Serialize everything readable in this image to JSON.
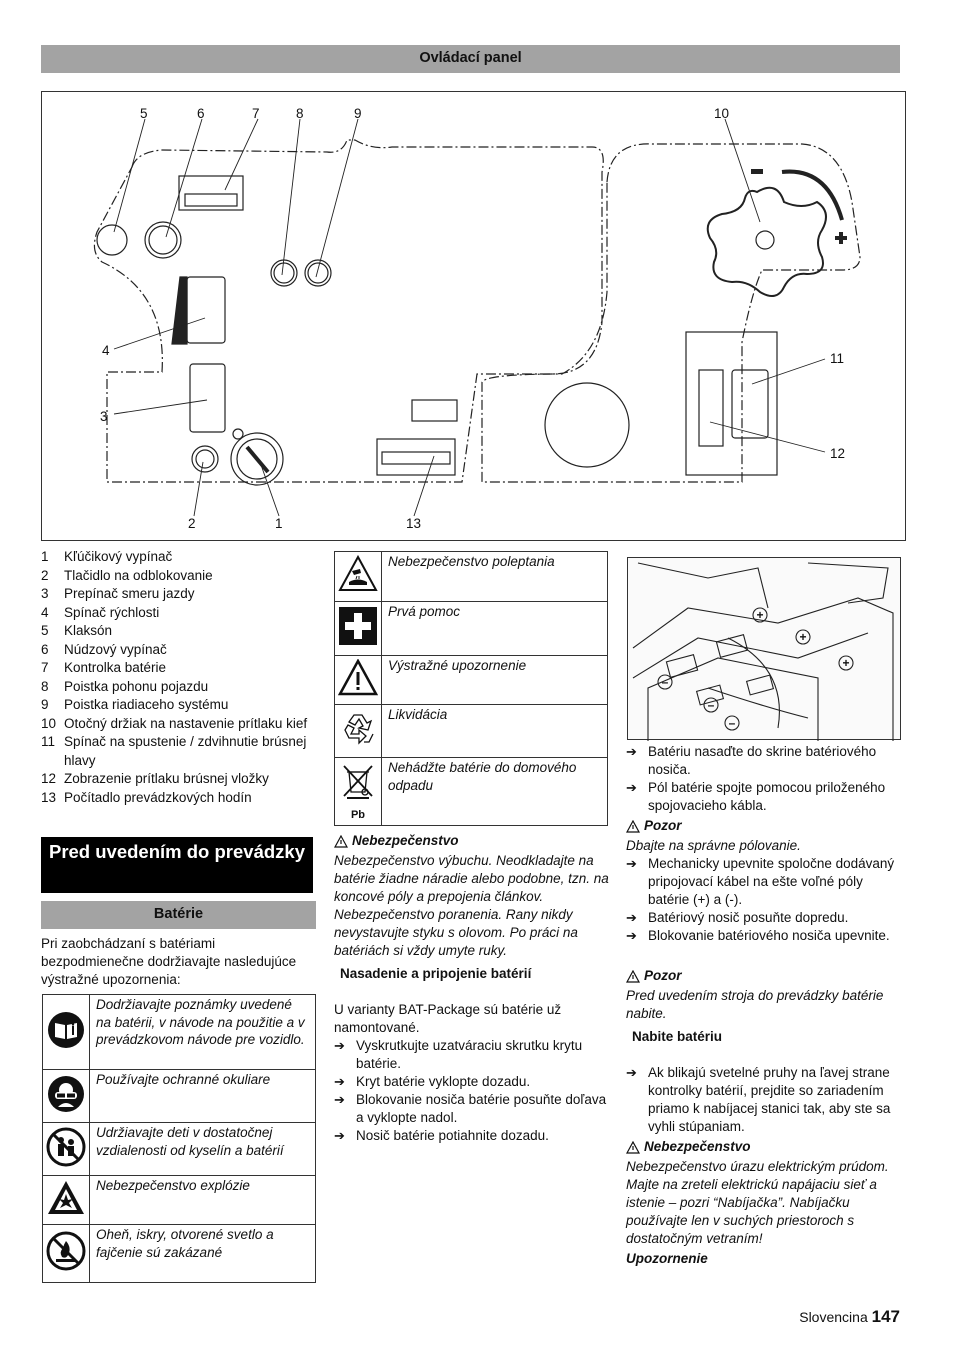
{
  "header": {
    "title": "Ovládací panel"
  },
  "diagram": {
    "numbers_top": [
      "5",
      "6",
      "7",
      "8",
      "9",
      "10"
    ],
    "numbers_left": [
      "4",
      "3"
    ],
    "numbers_bottom": [
      "2",
      "1",
      "13"
    ],
    "numbers_right": [
      "11",
      "12"
    ]
  },
  "legend": [
    {
      "num": "1",
      "text": "Kľúčikový vypínač"
    },
    {
      "num": "2",
      "text": "Tlačidlo na odblokovanie"
    },
    {
      "num": "3",
      "text": "Prepínač smeru jazdy"
    },
    {
      "num": "4",
      "text": "Spínač rýchlosti"
    },
    {
      "num": "5",
      "text": "Klaksón"
    },
    {
      "num": "6",
      "text": "Núdzový vypínač"
    },
    {
      "num": "7",
      "text": "Kontrolka batérie"
    },
    {
      "num": "8",
      "text": "Poistka pohonu pojazdu"
    },
    {
      "num": "9",
      "text": "Poistka riadiaceho systému"
    },
    {
      "num": "10",
      "text": "Otočný držiak na nastavenie prítlaku kief"
    },
    {
      "num": "11",
      "text": "Spínač na spustenie / zdvihnutie brúsnej hlavy"
    },
    {
      "num": "12",
      "text": "Zobrazenie prítlaku brúsnej vložky"
    },
    {
      "num": "13",
      "text": "Počítadlo prevádzkových hodín"
    }
  ],
  "section": {
    "heading": "Pred uvedením do prevádzky",
    "subheading": "Batérie",
    "intro": "Pri zaobchádzaní s batériami bezpodmienečne dodržiavajte nasledujúce výstražné upozornenia:"
  },
  "left_table": [
    {
      "icon": "manual-icon",
      "text": "Dodržiavajte poznámky uvedené na batérii, v návode na použitie a v prevádzkovom návode pre vozidlo."
    },
    {
      "icon": "goggles-icon",
      "text": "Používajte ochranné okuliare"
    },
    {
      "icon": "children-icon",
      "text": "Udržiavajte deti v dostatočnej vzdialenosti od kyselín a batérií"
    },
    {
      "icon": "explosion-icon",
      "text": "Nebezpečenstvo explózie"
    },
    {
      "icon": "no-fire-icon",
      "text": "Oheň, iskry, otvorené svetlo a fajčenie sú zakázané"
    }
  ],
  "mid_table": [
    {
      "icon": "acid-burn-icon",
      "text": "Nebezpečenstvo poleptania"
    },
    {
      "icon": "first-aid-icon",
      "text": "Prvá pomoc"
    },
    {
      "icon": "warning-icon",
      "text": "Výstražné upozornenie"
    },
    {
      "icon": "recycle-icon",
      "text": "Likvidácia"
    },
    {
      "icon": "no-trash-icon",
      "text": "Nehádžte batérie do domového odpadu",
      "badge": "Pb"
    }
  ],
  "middle_column": {
    "danger_title": "Nebezpečenstvo",
    "danger_text": "Nebezpečenstvo výbuchu. Neodkladajte na batérie žiadne náradie alebo podobne, tzn. na koncové póly a prepojenia článkov. Nebezpečenstvo poranenia. Rany nikdy nevystavujte styku s olovom. Po práci na batériách si vždy umyte ruky.",
    "subheading": "Nasadenie a pripojenie batérií",
    "intro": "U varianty BAT-Package sú batérie už namontované.",
    "steps": [
      "Vyskrutkujte uzatváraciu skrutku krytu batérie.",
      "Kryt batérie vyklopte dozadu.",
      "Blokovanie nosiča batérie posuňte doľava a vyklopte nadol.",
      "Nosič batérie potiahnite dozadu."
    ]
  },
  "right_column": {
    "steps1": [
      "Batériu nasaďte do skrine batériového nosiča.",
      "Pól batérie spojte pomocou priloženého spojovacieho kábla."
    ],
    "caution1_title": "Pozor",
    "caution1_text": "Dbajte na správne pólovanie.",
    "steps2": [
      "Mechanicky upevnite spoločne dodávaný pripojovací kábel na ešte voľné póly batérie (+) a (-).",
      "Batériový nosič posuňte dopredu.",
      "Blokovanie batériového nosiča upevnite."
    ],
    "caution2_title": "Pozor",
    "caution2_text": "Pred uvedením stroja do prevádzky batérie nabite.",
    "subheading": "Nabite batériu",
    "steps3": [
      "Ak blikajú svetelné pruhy na ľavej strane kontrolky batérií, prejdite so zariadením priamo k nabíjacej stanici tak, aby ste sa vyhli stúpaniam."
    ],
    "danger_title": "Nebezpečenstvo",
    "danger_text": "Nebezpečenstvo úrazu elektrickým prúdom. Majte na zreteli elektrickú napájaciu sieť a istenie – pozri “Nabíjačka”. Nabíjačku používajte len v suchých priestoroch s dostatočným vetraním!",
    "note_title": "Upozornenie"
  },
  "footer": {
    "language": "Slovencina",
    "page": "147"
  }
}
